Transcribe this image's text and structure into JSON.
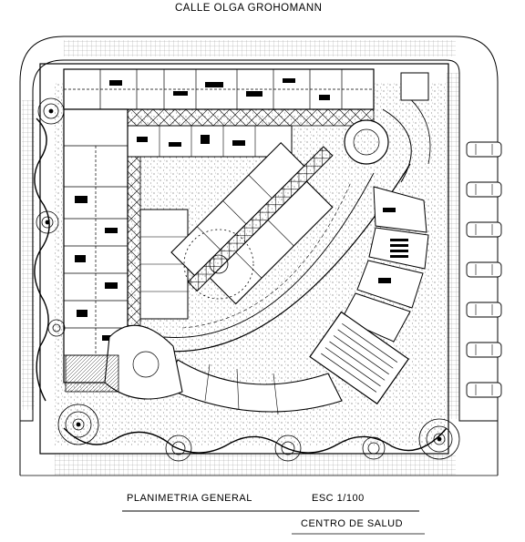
{
  "drawing": {
    "street_label": "CALLE OLGA GROHOMANN",
    "title": "PLANIMETRIA GENERAL",
    "scale": "ESC  1/100",
    "subtitle": "CENTRO DE SALUD"
  },
  "colors": {
    "ink": "#000000",
    "paper": "#ffffff"
  },
  "icons": {
    "tree": "tree-icon",
    "car": "car-icon"
  }
}
